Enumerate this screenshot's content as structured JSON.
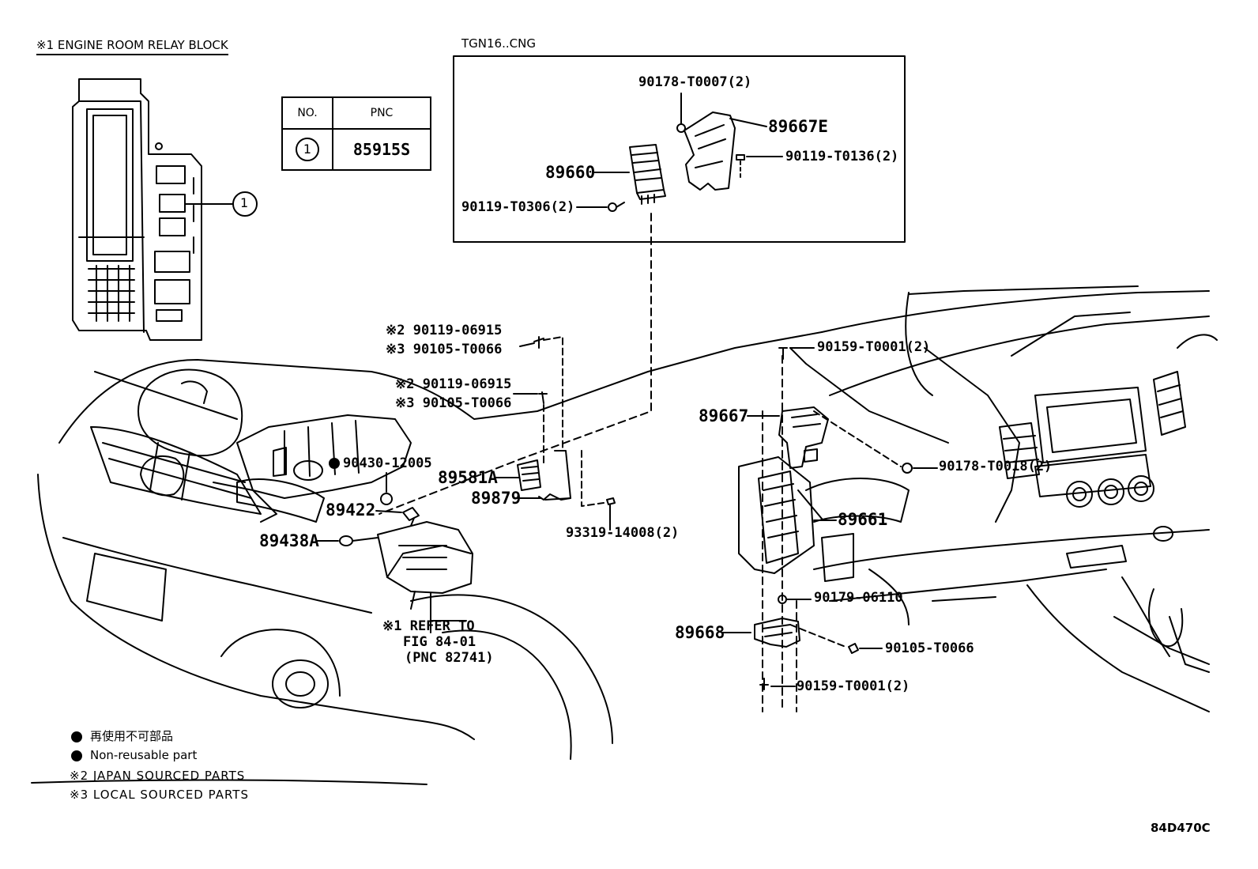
{
  "headers": {
    "relay_block": "※1 ENGINE ROOM RELAY BLOCK",
    "variant": "TGN16..CNG"
  },
  "pnc_table": {
    "col_no": "NO.",
    "col_pnc": "PNC",
    "row_no": "1",
    "row_pnc": "85915S"
  },
  "callout_1": "1",
  "labels": {
    "p90178_t0007": "90178-T0007(2)",
    "p89667e": "89667E",
    "p90119_t0136": "90119-T0136(2)",
    "p89660": "89660",
    "p90119_t0306": "90119-T0306(2)",
    "p90119_06915_a": "※2 90119-06915",
    "p90105_t0066_a": "※3 90105-T0066",
    "p90119_06915_b": "※2 90119-06915",
    "p90105_t0066_b": "※3 90105-T0066",
    "p90430_12005": "90430-12005",
    "p89581a": "89581A",
    "p89879": "89879",
    "p89422": "89422",
    "p89438a": "89438A",
    "p93319_14008": "93319-14008(2)",
    "refer_1": "※1 REFER TO",
    "refer_2": "FIG 84-01",
    "refer_3": "(PNC 82741)",
    "p90159_t0001_top": "90159-T0001(2)",
    "p89667": "89667",
    "p90178_t0018": "90178-T0018(2)",
    "p89661": "89661",
    "p90179_06110": "90179-06110",
    "p89668": "89668",
    "p90105_t0066_c": "90105-T0066",
    "p90159_t0001_bot": "90159-T0001(2)"
  },
  "legend": {
    "non_reusable_jp": "再使用不可部品",
    "non_reusable_en": "Non-reusable part",
    "japan_sourced": "※2 JAPAN SOURCED PARTS",
    "local_sourced": "※3 LOCAL SOURCED PARTS"
  },
  "figure_code": "84D470C"
}
